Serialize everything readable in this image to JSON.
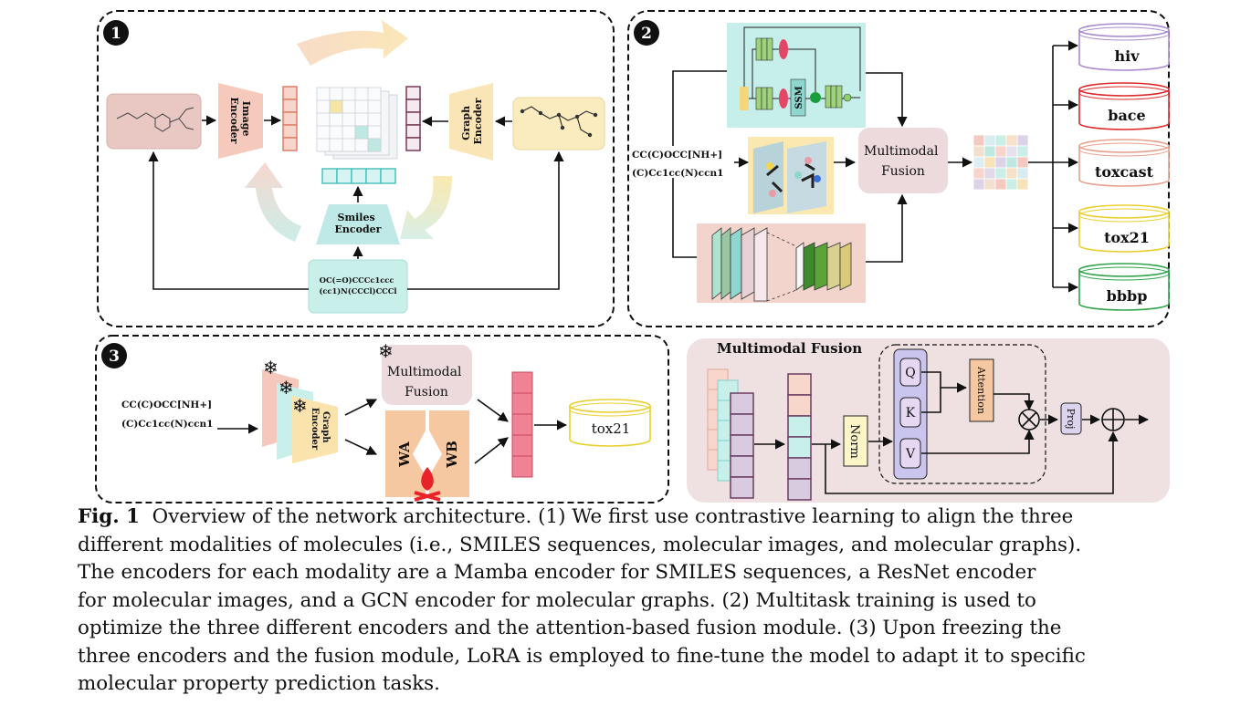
{
  "panels": [
    {
      "badge": "1"
    },
    {
      "badge": "2"
    },
    {
      "badge": "3"
    }
  ],
  "panel1": {
    "image_encoder": [
      "Image",
      "Encoder"
    ],
    "graph_encoder": [
      "Graph",
      "Encoder"
    ],
    "smiles_encoder": [
      "Smiles",
      "Encoder"
    ],
    "smiles_input": [
      "OC(=O)CCCc1ccc",
      "(cc1)N(CCCl)CCCl"
    ]
  },
  "panel2": {
    "smiles_input": [
      "CC(C)OCC[NH+]",
      "(C)Cc1cc(N)ccn1"
    ],
    "ssm_label": "SSM",
    "fusion": [
      "Multimodal",
      "Fusion"
    ],
    "datasets": [
      "hiv",
      "bace",
      "toxcast",
      "tox21",
      "bbbp"
    ],
    "dataset_colors": [
      "#a98ad0",
      "#dd2a2a",
      "#e7a08e",
      "#e9cf2e",
      "#2fa34a"
    ]
  },
  "panel3": {
    "smiles_input": [
      "CC(C)OCC[NH+]",
      "(C)Cc1cc(N)ccn1"
    ],
    "graph_encoder": [
      "Graph",
      "Encoder"
    ],
    "fusion": [
      "Multimodal",
      "Fusion"
    ],
    "wa": "WA",
    "wb": "WB",
    "dataset": "tox21"
  },
  "fusion_detail": {
    "title": "Multimodal Fusion",
    "norm": "Norm",
    "q": "Q",
    "k": "K",
    "v": "V",
    "attention": "Attention",
    "proj": "Proj"
  },
  "caption": {
    "label": "Fig. 1",
    "lines": [
      "Overview of the network architecture. (1) We first use contrastive learning to align the three",
      "different modalities of molecules (i.e., SMILES sequences, molecular images, and molecular graphs).",
      "The encoders for each modality are a Mamba encoder for SMILES sequences, a ResNet encoder",
      "for molecular images, and a GCN encoder for molecular graphs. (2) Multitask training is used to",
      "optimize the three different encoders and the attention-based fusion module. (3) Upon freezing the",
      "three encoders and the fusion module, LoRA is employed to fine-tune the model to adapt it to specific",
      "molecular property prediction tasks."
    ]
  }
}
